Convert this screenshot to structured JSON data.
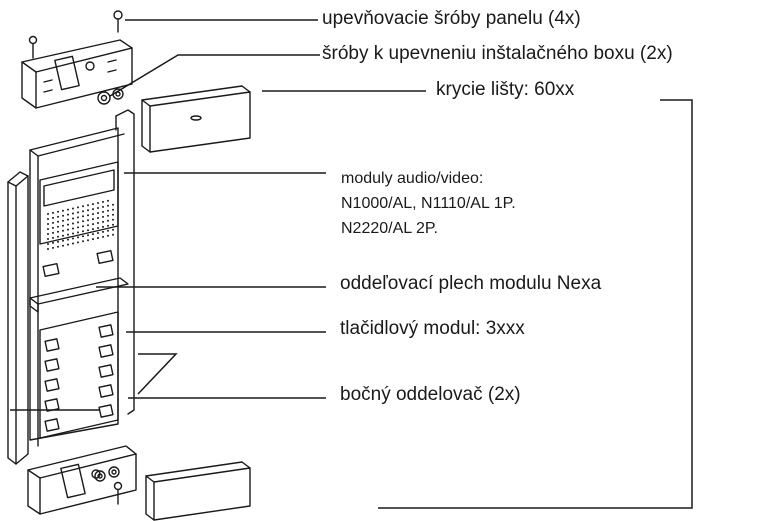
{
  "labels": {
    "panel_screws": "upevňovacie šróby panelu (4x)",
    "box_screws": "šróby k upevneniu inštalačného boxu (2x)",
    "cover_strips": "krycie lišty: 60xx",
    "av_modules_title": "moduly audio/video:",
    "av_modules_line1": "N1000/AL, N1110/AL 1P.",
    "av_modules_line2": "N2220/AL 2P.",
    "separator_plate": "oddeľovací plech modulu Nexa",
    "button_module": "tlačidlový modul: 3xxx",
    "side_separator": "bočný oddelovač (2x)"
  },
  "colors": {
    "line": "#1a1a1a",
    "background": "#ffffff"
  }
}
